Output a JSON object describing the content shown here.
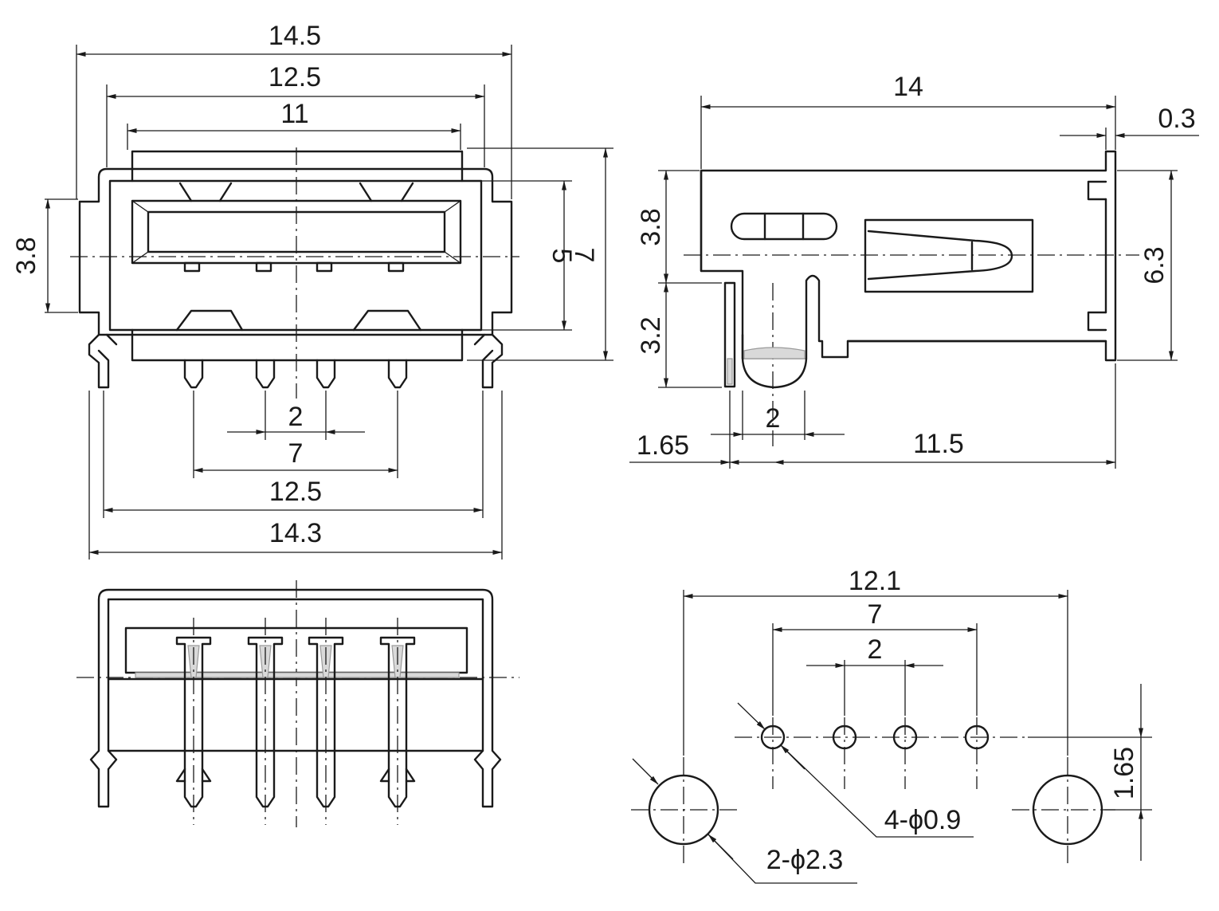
{
  "front_view": {
    "dims": {
      "overall_top": "14.5",
      "housing_top": "12.5",
      "opening": "11",
      "left_height": "3.8",
      "inner_height": "5",
      "outer_height": "7",
      "pin_pitch": "2",
      "pin_span": "7",
      "leg_inner": "12.5",
      "leg_outer": "14.3"
    }
  },
  "side_view": {
    "dims": {
      "length": "14",
      "flange": "0.3",
      "upper_height": "3.8",
      "lower_height": "3.2",
      "total_height": "6.3",
      "post_dia": "2",
      "pin_offset": "1.65",
      "body_length": "11.5"
    }
  },
  "pcb_layout": {
    "dims": {
      "hole_span": "12.1",
      "pin_span": "7",
      "pin_pitch": "2",
      "row_offset": "1.65",
      "small_holes": "4-ϕ0.9",
      "large_holes": "2-ϕ2.3"
    }
  }
}
